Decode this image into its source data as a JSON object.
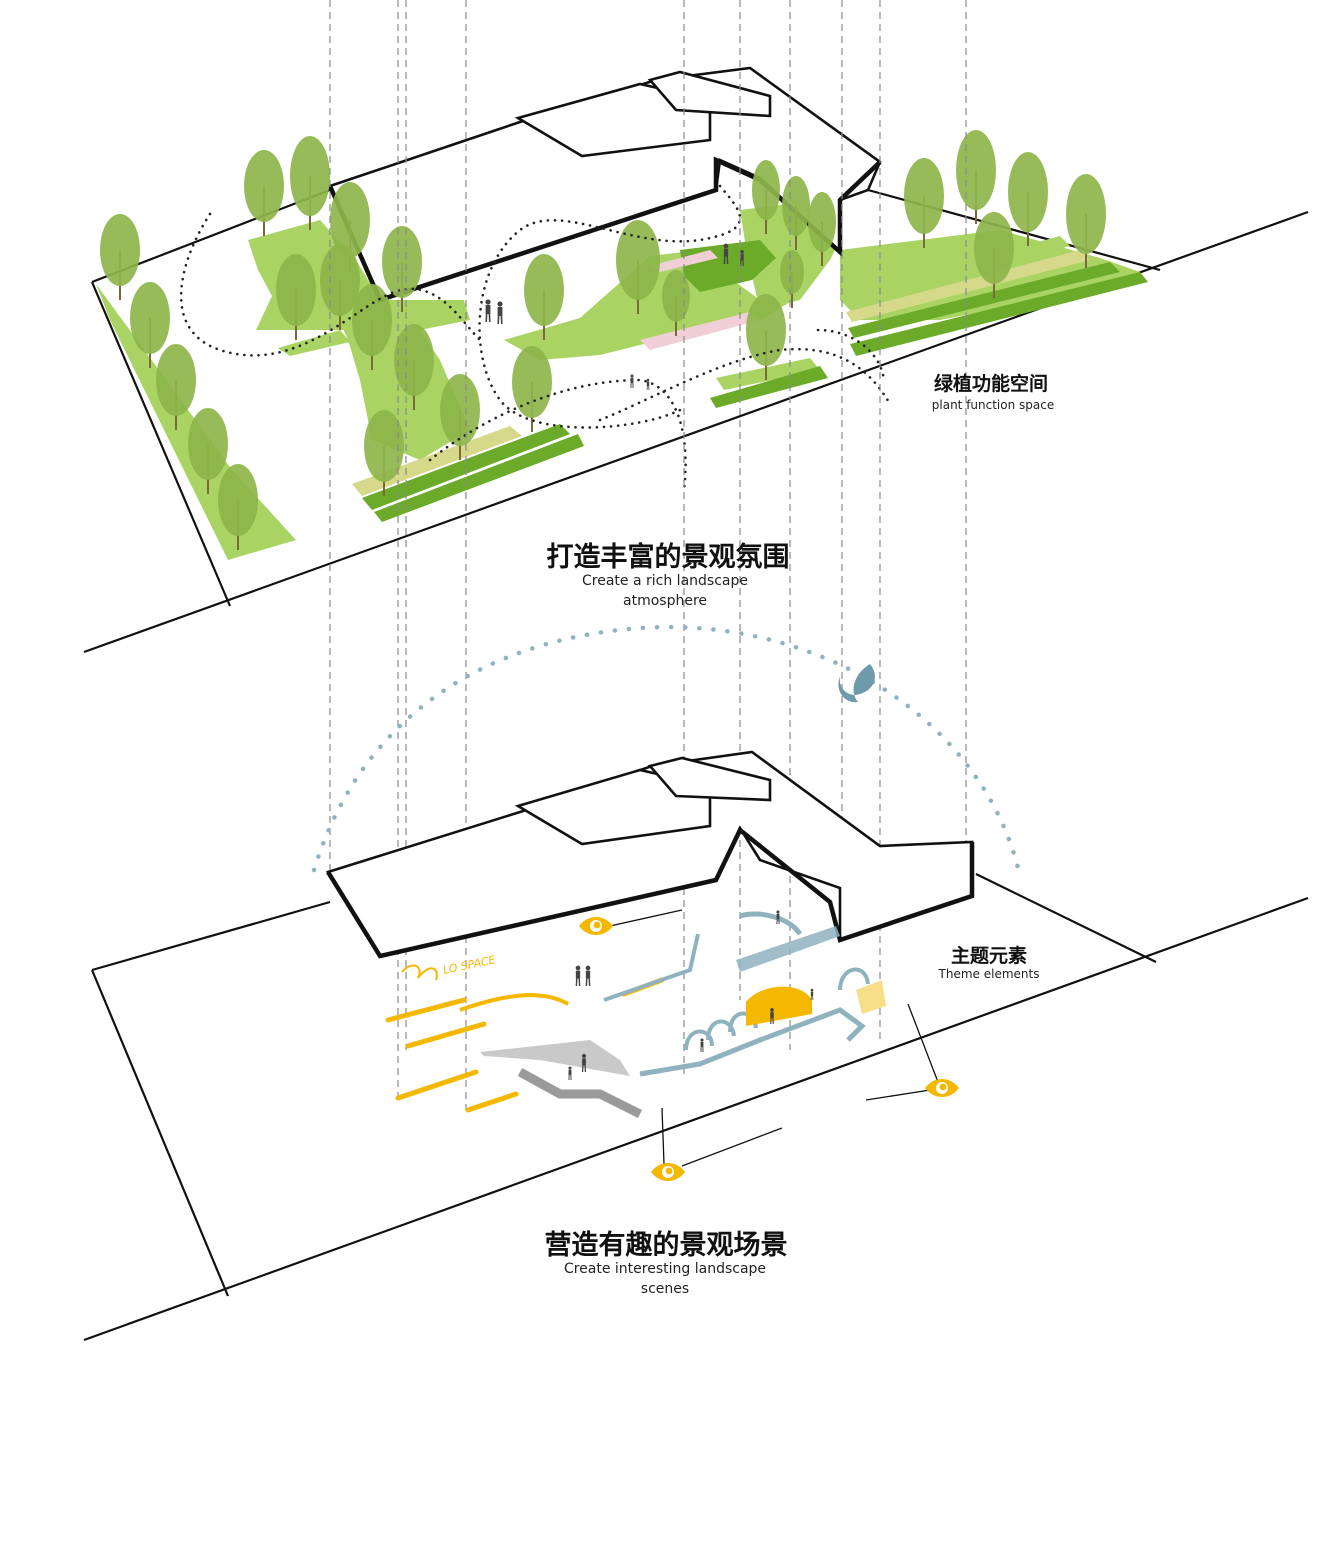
{
  "title_top": {
    "zh": "打造丰富的景观氛围",
    "en_line1": "Create a rich landscape",
    "en_line2": "atmosphere"
  },
  "label_plant": {
    "zh": "绿植功能空间",
    "en": "plant function space"
  },
  "label_theme": {
    "zh": "主题元素",
    "en": "Theme elements"
  },
  "title_bottom": {
    "zh": "营造有趣的景观场景",
    "en_line1": "Create interesting landscape",
    "en_line2": "scenes"
  },
  "ground_text": "LO SPACE",
  "colors": {
    "tree": "#8db54a",
    "lawn": "#a9d463",
    "lawn_dark": "#6cab2a",
    "strip_yellow": "#d6d88a",
    "pink": "#f1cfd8",
    "accent_yellow": "#f5b800",
    "blue_grey": "#8fb2bf",
    "moon": "#6e9aaa",
    "grey": "#9a9a9a"
  },
  "icons": [
    "eye-icon",
    "moon-icon",
    "person-icon",
    "tree-icon"
  ]
}
